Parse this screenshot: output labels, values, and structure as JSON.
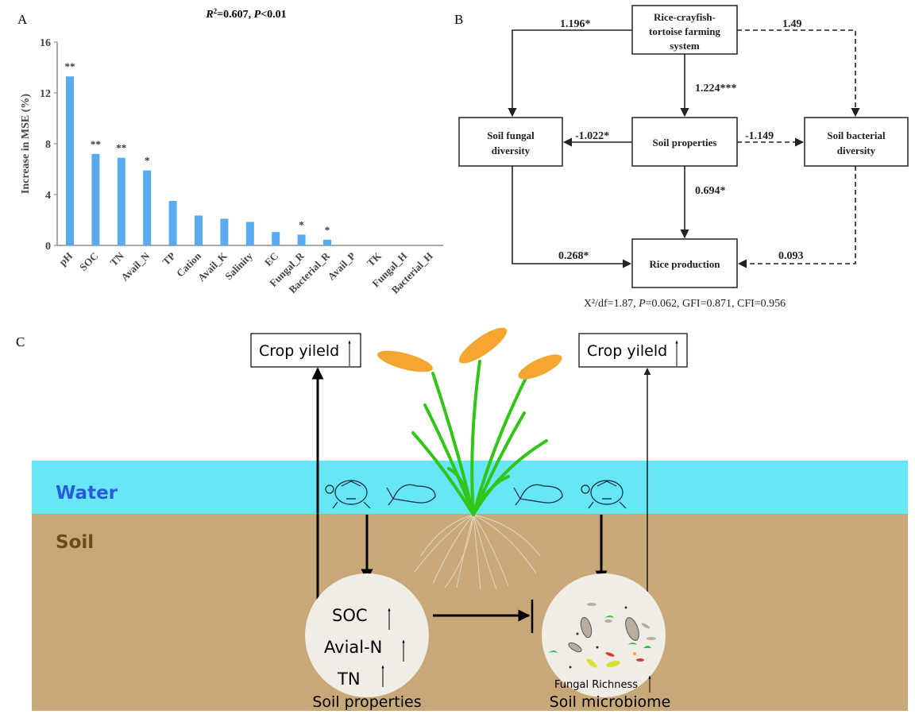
{
  "panels": {
    "a": "A",
    "b": "B",
    "c": "C"
  },
  "chart_data": {
    "type": "bar",
    "title": "R²=0.607, P<0.01",
    "title_parts": {
      "r": "R",
      "sup": "2",
      "eq": "=0.607, ",
      "p": "P",
      "rest": "<0.01"
    },
    "xlabel": "",
    "ylabel": "Increase in MSE (%)",
    "ylim": [
      0,
      16
    ],
    "yticks": [
      0,
      4,
      8,
      12,
      16
    ],
    "grid": false,
    "color": "#5aaaf0",
    "categories": [
      "pH",
      "SOC",
      "TN",
      "Avail_N",
      "TP",
      "Cation",
      "Avail_K",
      "Salinity",
      "EC",
      "Fungal_R",
      "Bacterial_R",
      "Avail_P",
      "TK",
      "Fungal_H",
      "Bacterial_H"
    ],
    "values": [
      13.3,
      7.2,
      6.9,
      5.9,
      3.5,
      2.35,
      2.1,
      1.85,
      1.05,
      0.85,
      0.45,
      0,
      0,
      0,
      0
    ],
    "significance": [
      "**",
      "**",
      "**",
      "*",
      "",
      "",
      "",
      "",
      "",
      "*",
      "*",
      "",
      "",
      "",
      ""
    ]
  },
  "sem": {
    "nodes": {
      "system": [
        "Rice-crayfish-",
        "tortoise farming",
        "system"
      ],
      "fungal": [
        "Soil fungal",
        "diversity"
      ],
      "soil": [
        "Soil properties"
      ],
      "bacterial": [
        "Soil bacterial",
        "diversity"
      ],
      "rice": [
        "Rice production"
      ]
    },
    "paths": {
      "system_fungal": "1.196*",
      "system_bacterial": "1.49",
      "system_soil": "1.224***",
      "soil_fungal": "-1.022*",
      "soil_bacterial": "-1.149",
      "soil_rice": "0.694*",
      "fungal_rice": "0.268*",
      "bacterial_rice": "0.093"
    },
    "fit": {
      "x2": "X²/df=1.87, ",
      "p": "P",
      "rest": "=0.062, GFI=0.871, CFI=0.956"
    }
  },
  "schematic": {
    "crop_yield_left": "Crop yileld",
    "crop_yield_right": "Crop yileld",
    "water": "Water",
    "soil": "Soil",
    "soil_props": [
      "SOC",
      "Avial-N",
      "TN"
    ],
    "soil_properties_label": "Soil properties",
    "fungal_richness": "Fungal Richness",
    "soil_microbiome_label": "Soil microbiome",
    "colors": {
      "water": "#66e6f6",
      "soil": "#c8a878",
      "water_text": "#2a5bd7",
      "soil_text": "#6b4a1c",
      "leaf": "#33c41a",
      "grain": "#f5a630"
    }
  }
}
